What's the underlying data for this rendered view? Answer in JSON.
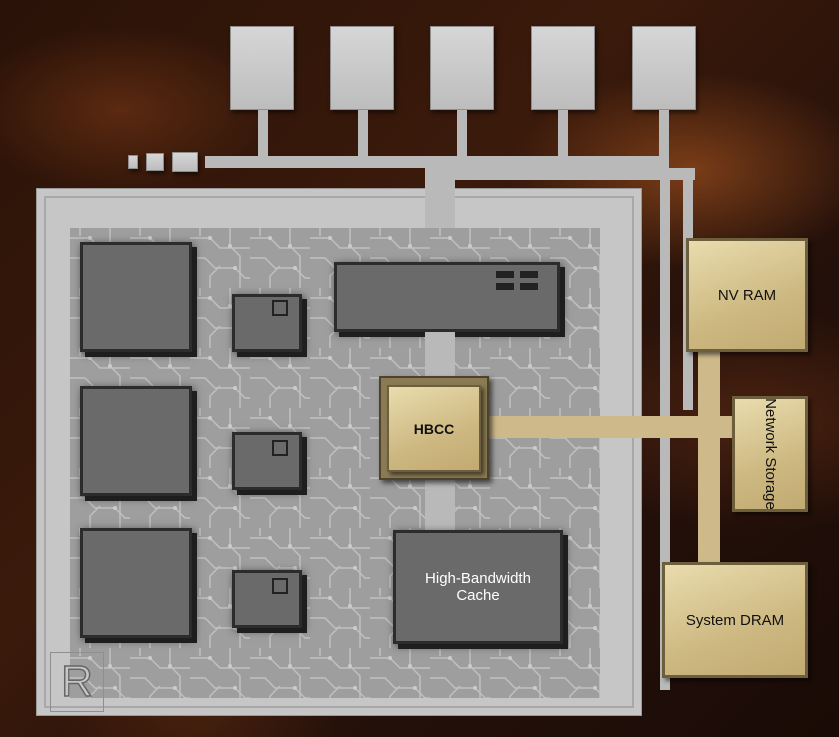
{
  "diagram": {
    "logo_letter": "R",
    "nodes": {
      "hbcc": "HBCC",
      "high_bandwidth_cache": "High-Bandwidth Cache",
      "nv_ram": "NV RAM",
      "network_storage": "Network Storage",
      "system_dram": "System DRAM"
    },
    "colors": {
      "gold_module": "#cdb881",
      "silicon_gray": "#6a6a6a",
      "pad_gray": "#c8c8c8"
    }
  }
}
